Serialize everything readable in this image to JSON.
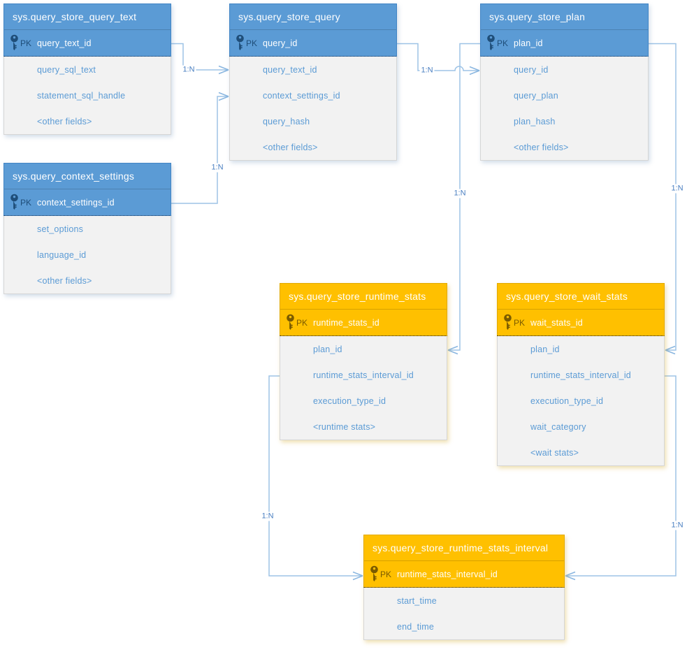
{
  "diagram": {
    "type": "entity-relationship",
    "subject": "Query Store schema"
  },
  "tables": [
    {
      "title": "sys.query_store_query_text",
      "theme": "blue",
      "pk_label": "PK",
      "pk_field": "query_text_id",
      "fields": [
        "query_sql_text",
        "statement_sql_handle",
        "<other fields>"
      ]
    },
    {
      "title": "sys.query_store_query",
      "theme": "blue",
      "pk_label": "PK",
      "pk_field": "query_id",
      "fields": [
        "query_text_id",
        "context_settings_id",
        "query_hash",
        "<other fields>"
      ]
    },
    {
      "title": "sys.query_store_plan",
      "theme": "blue",
      "pk_label": "PK",
      "pk_field": "plan_id",
      "fields": [
        "query_id",
        "query_plan",
        "plan_hash",
        "<other fields>"
      ]
    },
    {
      "title": "sys.query_context_settings",
      "theme": "blue",
      "pk_label": "PK",
      "pk_field": "context_settings_id",
      "fields": [
        "set_options",
        "language_id",
        "<other fields>"
      ]
    },
    {
      "title": "sys.query_store_runtime_stats",
      "theme": "amber",
      "pk_label": "PK",
      "pk_field": "runtime_stats_id",
      "fields": [
        "plan_id",
        "runtime_stats_interval_id",
        "execution_type_id",
        "<runtime stats>"
      ]
    },
    {
      "title": "sys.query_store_wait_stats",
      "theme": "amber",
      "pk_label": "PK",
      "pk_field": "wait_stats_id",
      "fields": [
        "plan_id",
        "runtime_stats_interval_id",
        "execution_type_id",
        "wait_category",
        "<wait stats>"
      ]
    },
    {
      "title": "sys.query_store_runtime_stats_interval",
      "theme": "amber",
      "pk_label": "PK",
      "pk_field": "runtime_stats_interval_id",
      "fields": [
        "start_time",
        "end_time"
      ]
    }
  ],
  "relationships": [
    {
      "label": "1:N",
      "from_table": "sys.query_store_query_text",
      "from_field": "query_text_id",
      "to_table": "sys.query_store_query",
      "to_field": "query_text_id"
    },
    {
      "label": "1:N",
      "from_table": "sys.query_context_settings",
      "from_field": "context_settings_id",
      "to_table": "sys.query_store_query",
      "to_field": "context_settings_id"
    },
    {
      "label": "1:N",
      "from_table": "sys.query_store_query",
      "from_field": "query_id",
      "to_table": "sys.query_store_plan",
      "to_field": "query_id"
    },
    {
      "label": "1:N",
      "from_table": "sys.query_store_plan",
      "from_field": "plan_id",
      "to_table": "sys.query_store_runtime_stats",
      "to_field": "plan_id"
    },
    {
      "label": "1:N",
      "from_table": "sys.query_store_plan",
      "from_field": "plan_id",
      "to_table": "sys.query_store_wait_stats",
      "to_field": "plan_id"
    },
    {
      "label": "1:N",
      "from_table": "sys.query_store_runtime_stats",
      "from_field": "runtime_stats_interval_id",
      "to_table": "sys.query_store_runtime_stats_interval",
      "to_field": "runtime_stats_interval_id"
    },
    {
      "label": "1:N",
      "from_table": "sys.query_store_wait_stats",
      "from_field": "runtime_stats_interval_id",
      "to_table": "sys.query_store_runtime_stats_interval",
      "to_field": "runtime_stats_interval_id"
    }
  ],
  "colors": {
    "blue_header": "#5B9BD5",
    "amber_header": "#FFC000",
    "body_background": "#F2F2F2",
    "field_text": "#5B9BD5",
    "connector": "#9DC3E6",
    "pk_icon_blue": "#1F4E79",
    "pk_icon_amber": "#7A5B00"
  }
}
